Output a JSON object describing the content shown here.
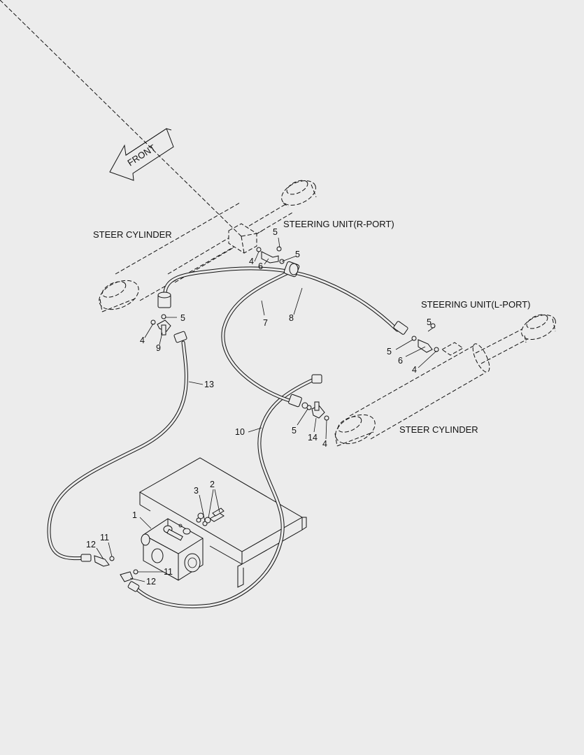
{
  "labels": {
    "front": "FRONT",
    "steer_cylinder_left": "STEER CYLINDER",
    "steer_cylinder_right": "STEER CYLINDER",
    "steering_unit_r": "STEERING UNIT(R-PORT)",
    "steering_unit_l": "STEERING UNIT(L-PORT)"
  },
  "callouts": [
    {
      "id": "c1",
      "text": "1"
    },
    {
      "id": "c2",
      "text": "2"
    },
    {
      "id": "c3",
      "text": "3"
    },
    {
      "id": "c4a",
      "text": "4"
    },
    {
      "id": "c4b",
      "text": "4"
    },
    {
      "id": "c4c",
      "text": "4"
    },
    {
      "id": "c4d",
      "text": "4"
    },
    {
      "id": "c5a",
      "text": "5"
    },
    {
      "id": "c5b",
      "text": "5"
    },
    {
      "id": "c5c",
      "text": "5"
    },
    {
      "id": "c5d",
      "text": "5"
    },
    {
      "id": "c5e",
      "text": "5"
    },
    {
      "id": "c5f",
      "text": "5"
    },
    {
      "id": "c6a",
      "text": "6"
    },
    {
      "id": "c6b",
      "text": "6"
    },
    {
      "id": "c7",
      "text": "7"
    },
    {
      "id": "c8",
      "text": "8"
    },
    {
      "id": "c9",
      "text": "9"
    },
    {
      "id": "c10",
      "text": "10"
    },
    {
      "id": "c11a",
      "text": "11"
    },
    {
      "id": "c11b",
      "text": "11"
    },
    {
      "id": "c12a",
      "text": "12"
    },
    {
      "id": "c12b",
      "text": "12"
    },
    {
      "id": "c13",
      "text": "13"
    },
    {
      "id": "c14",
      "text": "14"
    }
  ]
}
